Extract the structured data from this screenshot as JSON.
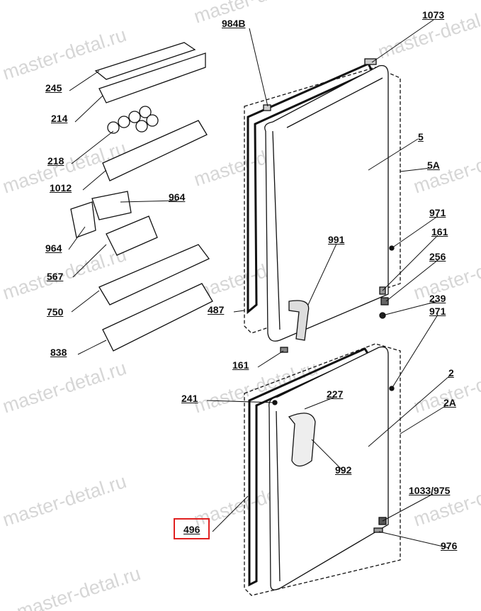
{
  "watermark": "master-detal.ru",
  "colors": {
    "highlight": "#e02020",
    "line": "#111111"
  },
  "labels": {
    "l984B": "984B",
    "l1073": "1073",
    "l245": "245",
    "l214": "214",
    "l218": "218",
    "l1012": "1012",
    "l5": "5",
    "l5A": "5A",
    "l964a": "964",
    "l971a": "971",
    "l161a": "161",
    "l991": "991",
    "l964b": "964",
    "l567": "567",
    "l256": "256",
    "l750": "750",
    "l239": "239",
    "l487": "487",
    "l838": "838",
    "l971b": "971",
    "l161b": "161",
    "l2": "2",
    "l241": "241",
    "l227": "227",
    "l2A": "2A",
    "l992": "992",
    "l1033": "1033/975",
    "l496": "496",
    "l976": "976"
  },
  "highlighted_part": "496"
}
